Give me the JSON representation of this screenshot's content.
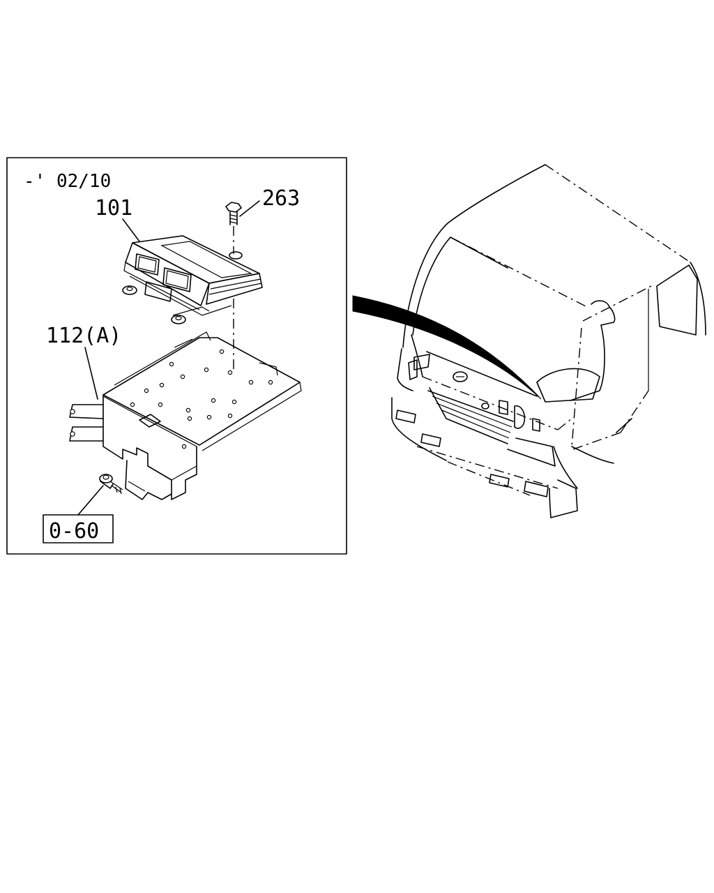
{
  "inset": {
    "date_range": "-' 02/10",
    "callouts": {
      "ecu": "101",
      "bolt": "263",
      "bracket": "112(A)",
      "fastener_ref": "0-60"
    }
  },
  "colors": {
    "line": "#000000",
    "background": "#ffffff"
  }
}
